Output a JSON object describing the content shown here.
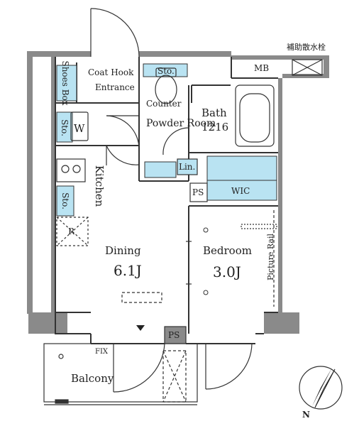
{
  "labels": {
    "shoes_box": "Shoes Box",
    "coat_hook": "Coat Hook",
    "entrance": "Entrance",
    "sto_top": "Sto.",
    "counter": "Counter",
    "powder_room": "Powder Room",
    "bath": "Bath",
    "bath_size": "1216",
    "sto_washer": "Sto.",
    "washer": "W",
    "lin": "Lin.",
    "kitchen": "Kitchen",
    "sto_kitchen": "Sto.",
    "refrigerator": "R",
    "ps_upper": "PS",
    "wic": "WIC",
    "dining": "Dining",
    "dining_size": "6.1J",
    "bedroom": "Bedroom",
    "bedroom_size": "3.0J",
    "picture_rail": "Picture Rail",
    "ps_lower": "PS",
    "fix": "FIX",
    "balcony": "Balcony",
    "mb": "MB",
    "sprinkler": "補助散水栓",
    "north": "N"
  },
  "colors": {
    "wall": "#8a8a8a",
    "storage": "#b9e3f2",
    "line": "#333333"
  }
}
